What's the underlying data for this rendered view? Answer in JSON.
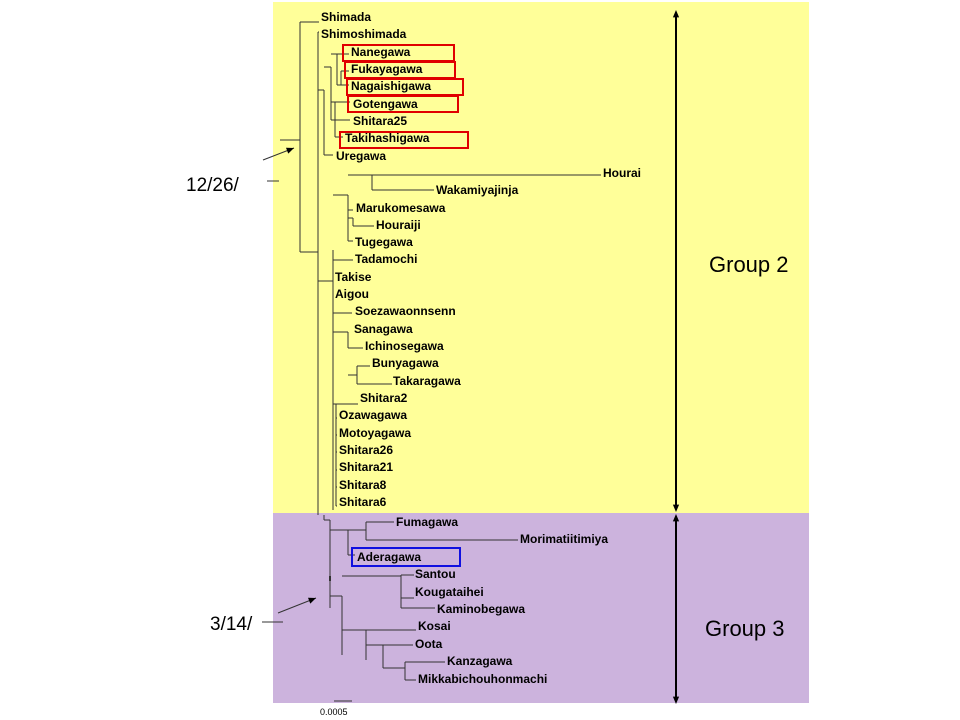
{
  "colors": {
    "group2_band": "#ffff99",
    "group3_band": "#ccb3dd",
    "highlight_red": "#e00000",
    "highlight_blue": "#1010e0",
    "branch": "#333333"
  },
  "tree": {
    "leaves": [
      "Shimada",
      "Shimoshimada",
      "Nanegawa",
      "Fukayagawa",
      "Nagaishigawa",
      "Gotengawa",
      "Shitara25",
      "Takihashigawa",
      "Uregawa",
      "Hourai",
      "Wakamiyajinja",
      "Marukomesawa",
      "Houraiji",
      "Tugegawa",
      "Tadamochi",
      "Takise",
      "Aigou",
      "Soezawaonnsenn",
      "Sanagawa",
      "Ichinosegawa",
      "Bunyagawa",
      "Takaragawa",
      "Shitara2",
      "Ozawagawa",
      "Motoyagawa",
      "Shitara26",
      "Shitara21",
      "Shitara8",
      "Shitara6",
      "Fumagawa",
      "Morimatiitimiya",
      "Aderagawa",
      "Santou",
      "Kougataihei",
      "Kaminobegawa",
      "Kosai",
      "Oota",
      "Kanzagawa",
      "Mikkabichouhonmachi"
    ],
    "highlighted_red": [
      "Nanegawa",
      "Fukayagawa",
      "Nagaishigawa",
      "Gotengawa",
      "Takihashigawa"
    ],
    "highlighted_blue": [
      "Aderagawa"
    ]
  },
  "annotations": {
    "node_date_upper": "12/26/",
    "node_date_lower": "3/14/"
  },
  "groups": [
    {
      "label": "Group 2"
    },
    {
      "label": "Group 3"
    }
  ],
  "scale_bar": {
    "label": "0.0005"
  },
  "icons": {
    "arrow": "arrow-icon",
    "double_arrow": "double-headed-arrow-icon"
  }
}
